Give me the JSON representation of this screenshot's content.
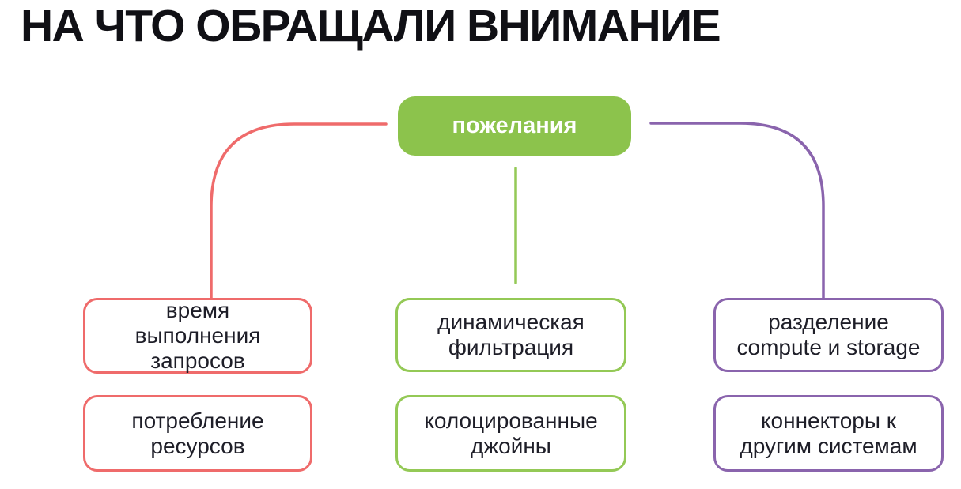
{
  "title": "НА ЧТО ОБРАЩАЛИ ВНИМАНИЕ",
  "root": {
    "label": "пожелания"
  },
  "branches": [
    {
      "name": "red",
      "color": "#ef6b6b",
      "items": [
        "время\nвыполнения\nзапросов",
        "потребление\nресурсов"
      ]
    },
    {
      "name": "green",
      "color": "#94c956",
      "items": [
        "динамическая\nфильтрация",
        "колоцированные\nджойны"
      ]
    },
    {
      "name": "purple",
      "color": "#8a64ad",
      "items": [
        "разделение\ncompute и storage",
        "коннекторы к\nдругим системам"
      ]
    }
  ],
  "colors": {
    "background": "#ffffff",
    "title_text": "#101015",
    "node_text": "#1e1e28",
    "root_fill": "#8cc34c",
    "root_text": "#ffffff",
    "branch_red": "#ef6b6b",
    "branch_green": "#94c956",
    "branch_purple": "#8a64ad"
  }
}
